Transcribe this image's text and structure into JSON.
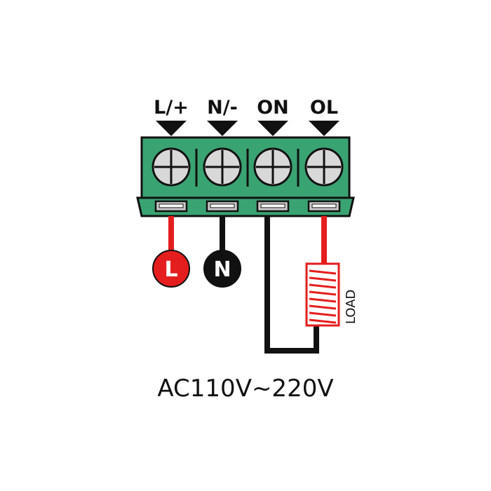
{
  "terminals": [
    {
      "label": "L/+",
      "wire_color": "#e41e1e"
    },
    {
      "label": "N/-",
      "wire_color": "#111111"
    },
    {
      "label": "ON",
      "wire_color": "#111111"
    },
    {
      "label": "OL",
      "wire_color": "#e41e1e"
    }
  ],
  "badges": {
    "line": {
      "text": "L",
      "color": "#e41e1e"
    },
    "neutral": {
      "text": "N",
      "color": "#111111"
    }
  },
  "load": {
    "text": "LOAD"
  },
  "voltage": {
    "text": "AC110V~220V"
  },
  "colors": {
    "block_green": "#3aa372",
    "block_dark": "#26704d",
    "red_wire": "#e41e1e",
    "black_wire": "#111111",
    "load_coil": "#e41e1e"
  }
}
